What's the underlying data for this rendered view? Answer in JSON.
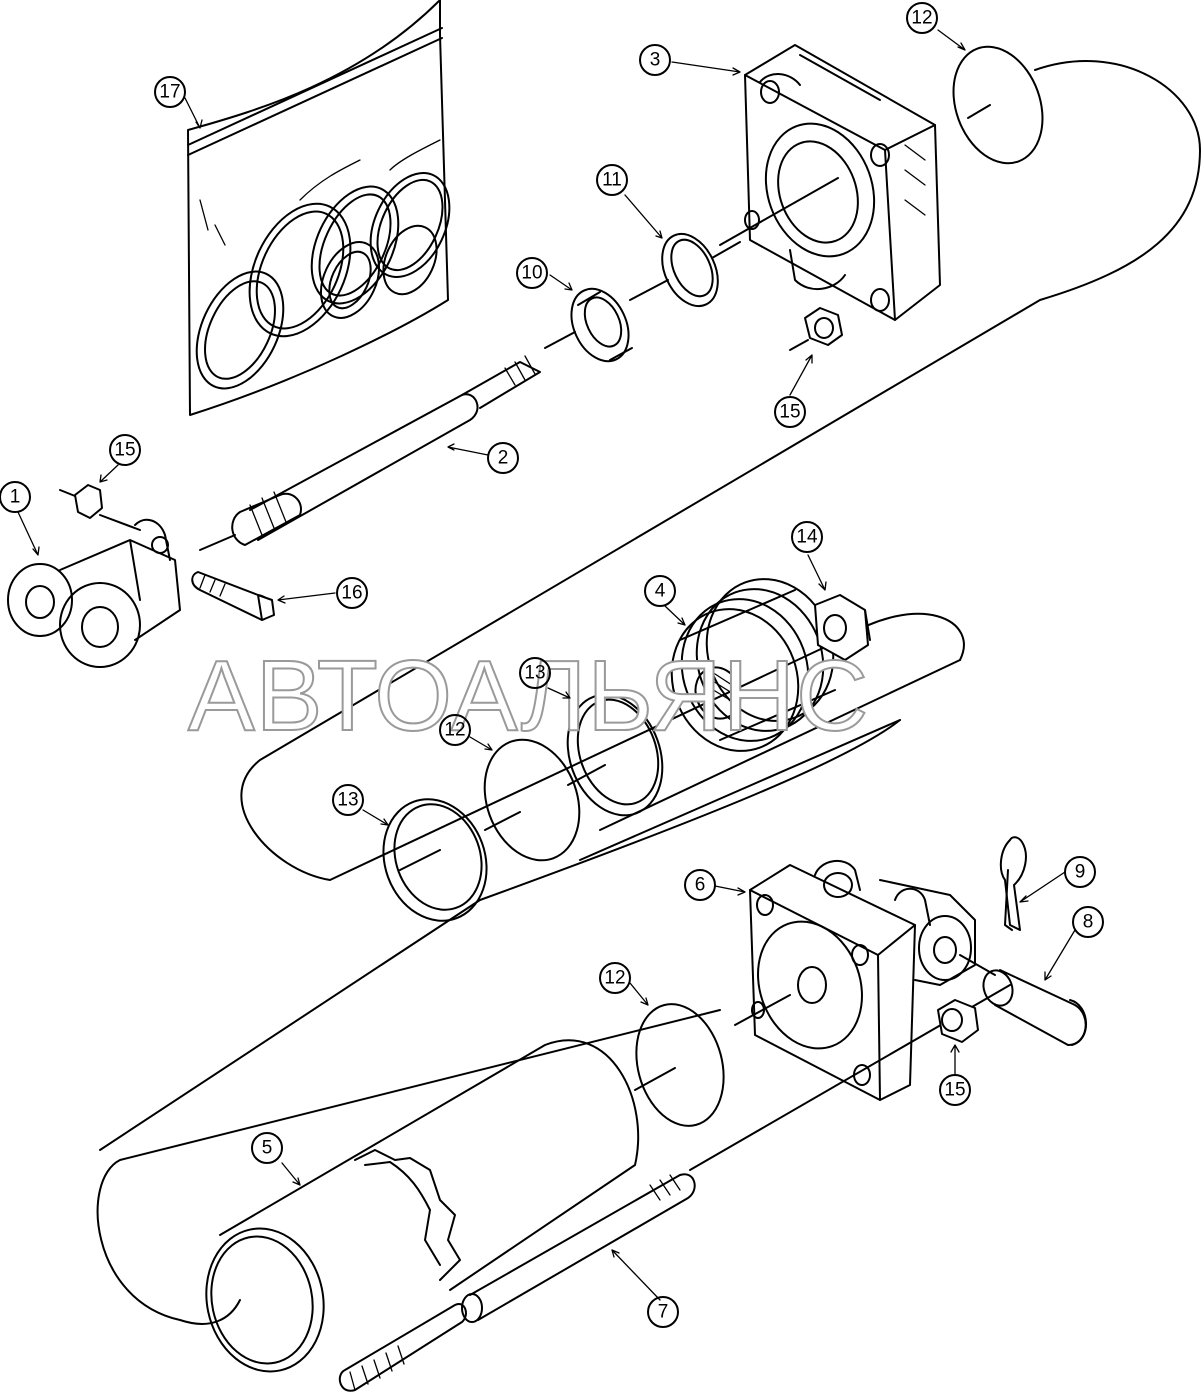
{
  "watermark": "АВТОАЛЬЯНС",
  "callouts": [
    {
      "id": "c17",
      "label": "17"
    },
    {
      "id": "c3",
      "label": "3"
    },
    {
      "id": "c12a",
      "label": "12"
    },
    {
      "id": "c11",
      "label": "11"
    },
    {
      "id": "c10",
      "label": "10"
    },
    {
      "id": "c15a",
      "label": "15"
    },
    {
      "id": "c2",
      "label": "2"
    },
    {
      "id": "c15b",
      "label": "15"
    },
    {
      "id": "c1",
      "label": "1"
    },
    {
      "id": "c16",
      "label": "16"
    },
    {
      "id": "c14",
      "label": "14"
    },
    {
      "id": "c4",
      "label": "4"
    },
    {
      "id": "c13a",
      "label": "13"
    },
    {
      "id": "c12b",
      "label": "12"
    },
    {
      "id": "c13b",
      "label": "13"
    },
    {
      "id": "c6",
      "label": "6"
    },
    {
      "id": "c9",
      "label": "9"
    },
    {
      "id": "c8",
      "label": "8"
    },
    {
      "id": "c12c",
      "label": "12"
    },
    {
      "id": "c15c",
      "label": "15"
    },
    {
      "id": "c5",
      "label": "5"
    },
    {
      "id": "c7",
      "label": "7"
    }
  ]
}
